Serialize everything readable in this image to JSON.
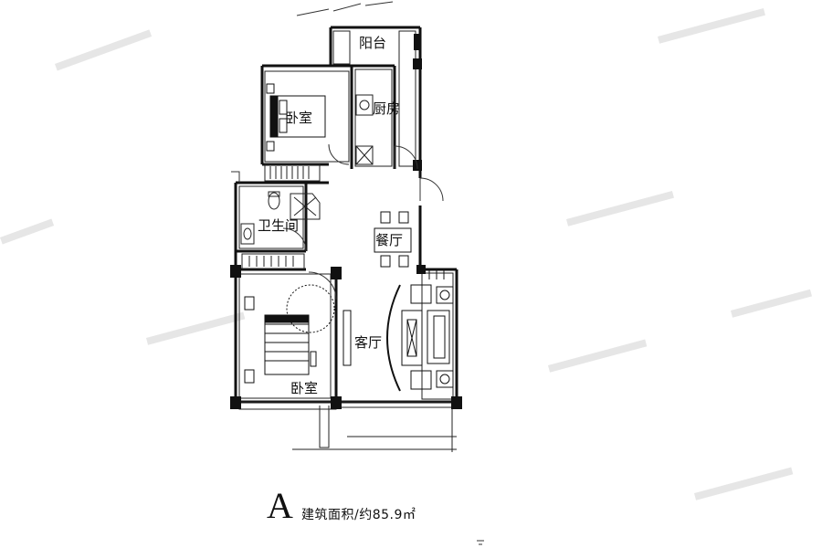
{
  "plan": {
    "letter": "A",
    "area_text": "建筑面积/约85.9㎡",
    "rooms": {
      "balcony": "阳台",
      "bedroom_top": "卧室",
      "kitchen": "厨房",
      "bathroom": "卫生间",
      "dining": "餐厅",
      "living": "客厅",
      "bedroom_bottom": "卧室"
    }
  },
  "colors": {
    "wall": "#111111",
    "line": "#222222",
    "watermark": "#e6e6e6"
  }
}
